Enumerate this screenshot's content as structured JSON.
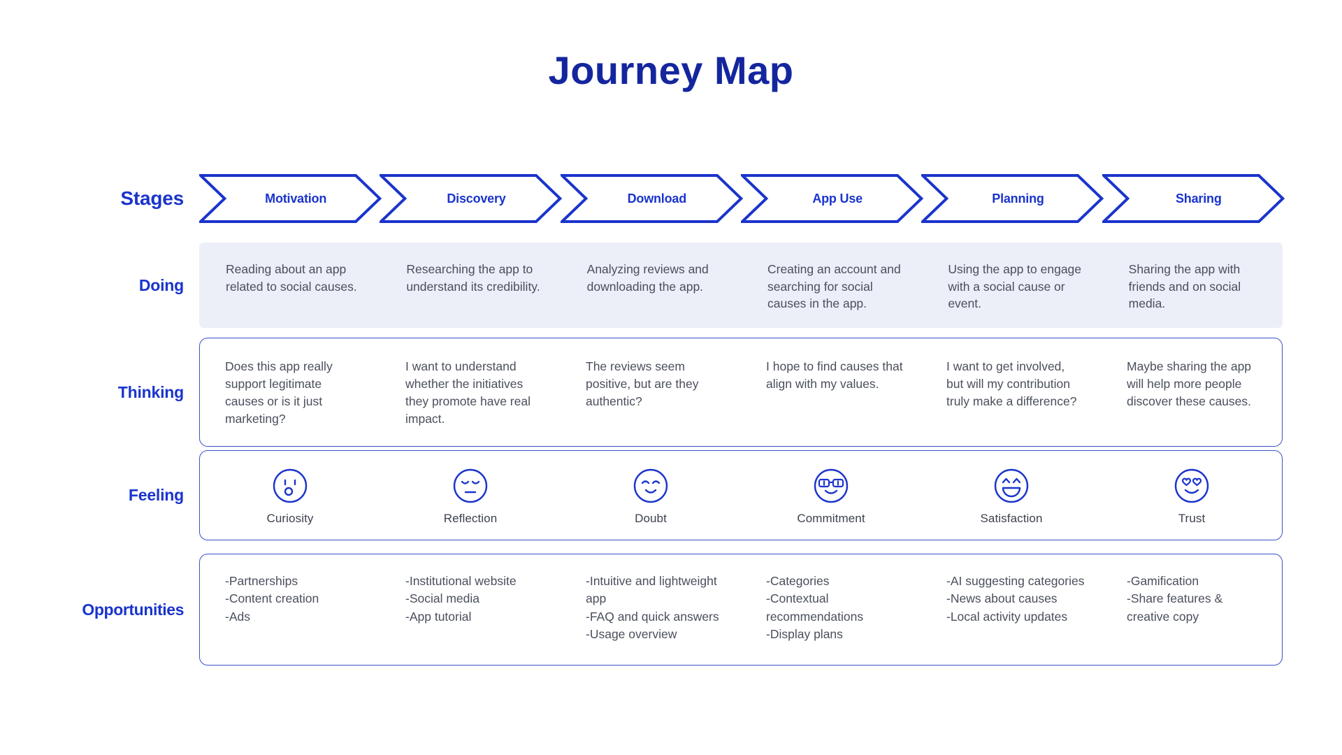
{
  "title": "Journey Map",
  "accent": {
    "title_blue": "#14269E",
    "label_blue": "#1A34CC",
    "border_blue": "#3B50C8",
    "panel_gray": "#ECEFF7",
    "body_text": "#4A4F5C"
  },
  "rows": {
    "stages": {
      "label": "Stages"
    },
    "doing": {
      "label": "Doing"
    },
    "thinking": {
      "label": "Thinking"
    },
    "feeling": {
      "label": "Feeling"
    },
    "opportunities": {
      "label": "Opportunities"
    }
  },
  "stages": [
    {
      "name": "Motivation"
    },
    {
      "name": "Discovery"
    },
    {
      "name": "Download"
    },
    {
      "name": "App Use"
    },
    {
      "name": "Planning"
    },
    {
      "name": "Sharing"
    }
  ],
  "doing": [
    "Reading about an app related to social causes.",
    "Researching the app to understand its credibility.",
    "Analyzing reviews and downloading the app.",
    "Creating an account and searching for social causes in the app.",
    "Using the app to engage with a social cause or event.",
    "Sharing the app with friends and on social media."
  ],
  "thinking": [
    "Does this app really support legitimate causes or is it just marketing?",
    "I want to understand whether the initiatives they promote have real impact.",
    "The reviews seem positive, but are they authentic?",
    "I hope to find causes that align with my values.",
    "I want to get involved, but will my contribution truly make a difference?",
    "Maybe sharing the app will help more people discover these causes."
  ],
  "feeling": [
    {
      "name": "Curiosity",
      "icon": "face-surprised-icon"
    },
    {
      "name": "Reflection",
      "icon": "face-closed-eyes-icon"
    },
    {
      "name": "Doubt",
      "icon": "face-smirk-icon"
    },
    {
      "name": "Commitment",
      "icon": "face-glasses-icon"
    },
    {
      "name": "Satisfaction",
      "icon": "face-grin-icon"
    },
    {
      "name": "Trust",
      "icon": "face-heart-eyes-icon"
    }
  ],
  "opportunities": [
    "-Partnerships\n-Content creation\n-Ads",
    "-Institutional website\n-Social media\n-App tutorial",
    "-Intuitive and lightweight app\n-FAQ and quick answers\n-Usage overview",
    "-Categories\n-Contextual recommendations\n-Display plans",
    "-AI suggesting categories\n-News about causes\n-Local activity updates",
    "-Gamification\n-Share features & creative copy"
  ]
}
